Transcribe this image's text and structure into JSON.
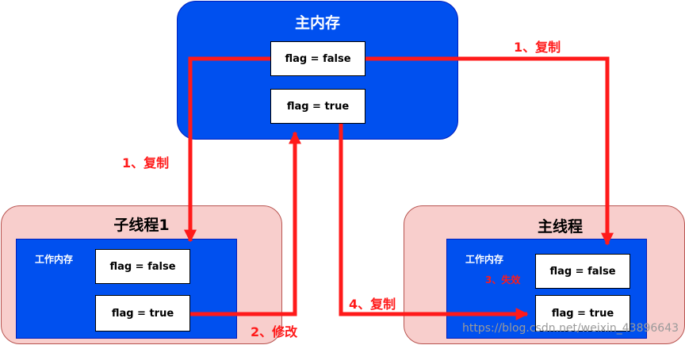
{
  "main_memory": {
    "title": "主内存",
    "flag_false": "flag = false",
    "flag_true": "flag = true"
  },
  "child_thread": {
    "title": "子线程1",
    "work_memory_label": "工作内存",
    "flag_false": "flag = false",
    "flag_true": "flag = true"
  },
  "main_thread": {
    "title": "主线程",
    "work_memory_label": "工作内存",
    "flag_false": "flag = false",
    "flag_true": "flag = true",
    "invalidate_label": "3、失效"
  },
  "arrows": {
    "copy_to_main_thread": "1、复制",
    "copy_to_child": "1、复制",
    "modify": "2、修改",
    "copy_back": "4、复制"
  },
  "watermark": "https://blog.csdn.net/weixin_43896643",
  "colors": {
    "memory_blue": "#0050EF",
    "thread_pink": "#F8CECC",
    "arrow_red": "#FF1A1A"
  }
}
